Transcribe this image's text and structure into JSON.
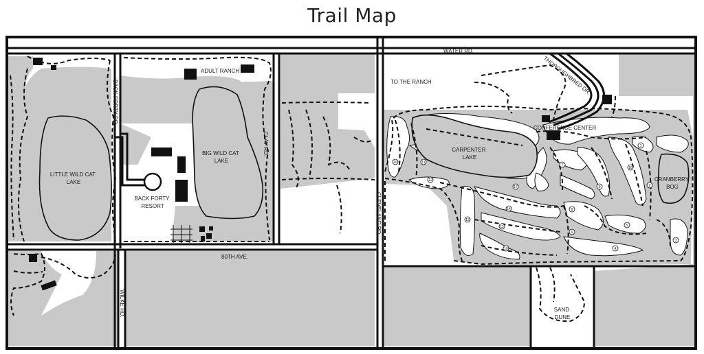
{
  "title": "Trail Map",
  "roads": {
    "water_rd": "WATER RD.",
    "thoroughbred_dr": "THOROUGHBRED DR.",
    "back_forty_dr": "BACK FORTY DR.",
    "clay_rd": "CLAY RD.",
    "cleveland_rd": "CLEVELAND RD.",
    "avenue_80th": "80TH AVE.",
    "wilke_rd": "WILKE RD."
  },
  "places": {
    "adult_ranch": "ADULT RANCH",
    "little_wild_cat_lake": [
      "LITTLE WILD CAT",
      "LAKE"
    ],
    "big_wild_cat_lake": [
      "BIG WILD CAT",
      "LAKE"
    ],
    "back_forty_resort": [
      "BACK FORTY",
      "RESORT"
    ],
    "to_the_ranch": "TO THE RANCH",
    "conference_center": "CONFERENCE CENTER",
    "carpenter_lake": [
      "CARPENTER",
      "LAKE"
    ],
    "cranberry_bog": [
      "CRANBERRY",
      "BOG"
    ],
    "sand_dune": [
      "SAND",
      "DUNE"
    ]
  },
  "hole_numbers": [
    "1",
    "2",
    "3",
    "4",
    "5",
    "6",
    "7",
    "8",
    "9",
    "10",
    "11",
    "12",
    "13",
    "14",
    "15",
    "16",
    "17",
    "18"
  ],
  "colors": {
    "land": "#c9c9c9",
    "road": "#111111",
    "background": "#ffffff"
  }
}
